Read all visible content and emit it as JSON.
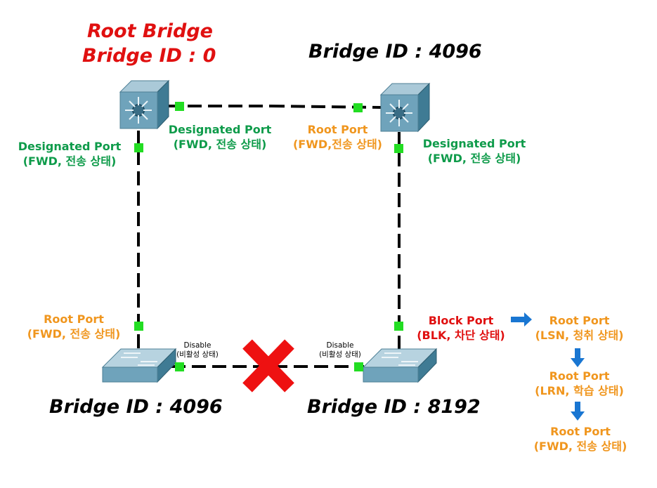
{
  "colors": {
    "green": "#0e9b4a",
    "orange": "#f0961e",
    "red": "#e01010",
    "link": "#000000",
    "port": "#22dd22",
    "arrow": "#1976d2"
  },
  "bridges": {
    "top_left": {
      "title": "Root Bridge",
      "id": "Bridge ID : 0",
      "icon": "l3-switch-icon"
    },
    "top_right": {
      "id": "Bridge ID : 4096",
      "icon": "l3-switch-icon"
    },
    "bottom_left": {
      "id": "Bridge ID : 4096",
      "icon": "l2-switch-icon"
    },
    "bottom_right": {
      "id": "Bridge ID : 8192",
      "icon": "l2-switch-icon"
    }
  },
  "ports": {
    "tl_left": {
      "role": "Designated Port",
      "state": "(FWD, 전송 상태)"
    },
    "tl_right": {
      "role": "Designated Port",
      "state": "(FWD, 전송 상태)"
    },
    "tr_left": {
      "role": "Root Port",
      "state": "(FWD,전송 상태)"
    },
    "tr_right": {
      "role": "Designated Port",
      "state": "(FWD, 전송 상태)"
    },
    "bl_top": {
      "role": "Root Port",
      "state": "(FWD, 전송 상태)"
    },
    "br_top": {
      "role": "Block Port",
      "state": "(BLK, 차단 상태)"
    },
    "bl_right": {
      "role": "Disable",
      "state": "(비활성 상태)"
    },
    "br_left": {
      "role": "Disable",
      "state": "(비활성 상태)"
    }
  },
  "transitions": [
    {
      "role": "Root Port",
      "state": "(LSN, 청취 상태)"
    },
    {
      "role": "Root Port",
      "state": "(LRN, 학습 상태)"
    },
    {
      "role": "Root Port",
      "state": "(FWD, 전송 상태)"
    }
  ],
  "blocked_link_icon": "red-x-icon",
  "arrow_icon": "blue-arrow-icon"
}
